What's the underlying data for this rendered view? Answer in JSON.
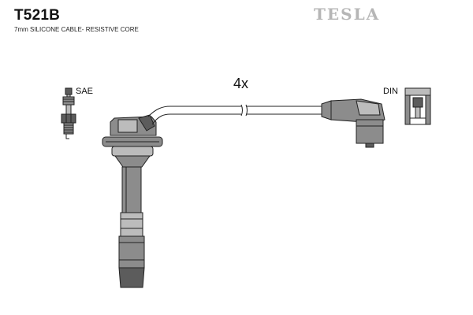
{
  "header": {
    "title": "T521B",
    "subtitle": "7mm SILICONE CABLE- RESISTIVE CORE",
    "brand": "TESLA"
  },
  "diagram": {
    "quantity": "4x",
    "left_terminal": "SAE",
    "right_terminal": "DIN"
  },
  "colors": {
    "part_fill": "#8c8c8c",
    "part_light": "#bcbcbc",
    "part_dark": "#5c5c5c",
    "brand_gray": "#b6b6b6"
  }
}
